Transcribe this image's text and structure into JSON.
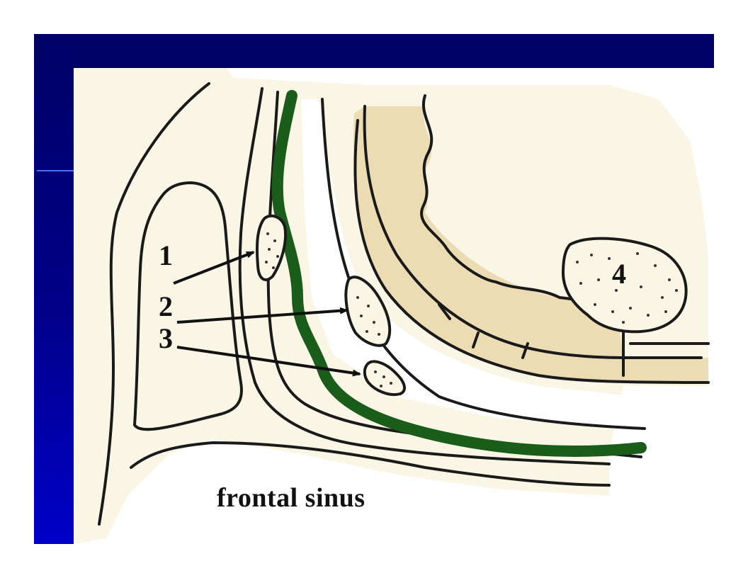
{
  "labels": {
    "one": "1",
    "two": "2",
    "three": "3",
    "four": "4",
    "caption": "frontal sinus"
  },
  "colors": {
    "frame_navy": "#000066",
    "bone_cream": "#f9f6e6",
    "brain_tan": "#ecdcb4",
    "nerve_green": "#1a5c1a",
    "outline": "#1a1a1a"
  }
}
